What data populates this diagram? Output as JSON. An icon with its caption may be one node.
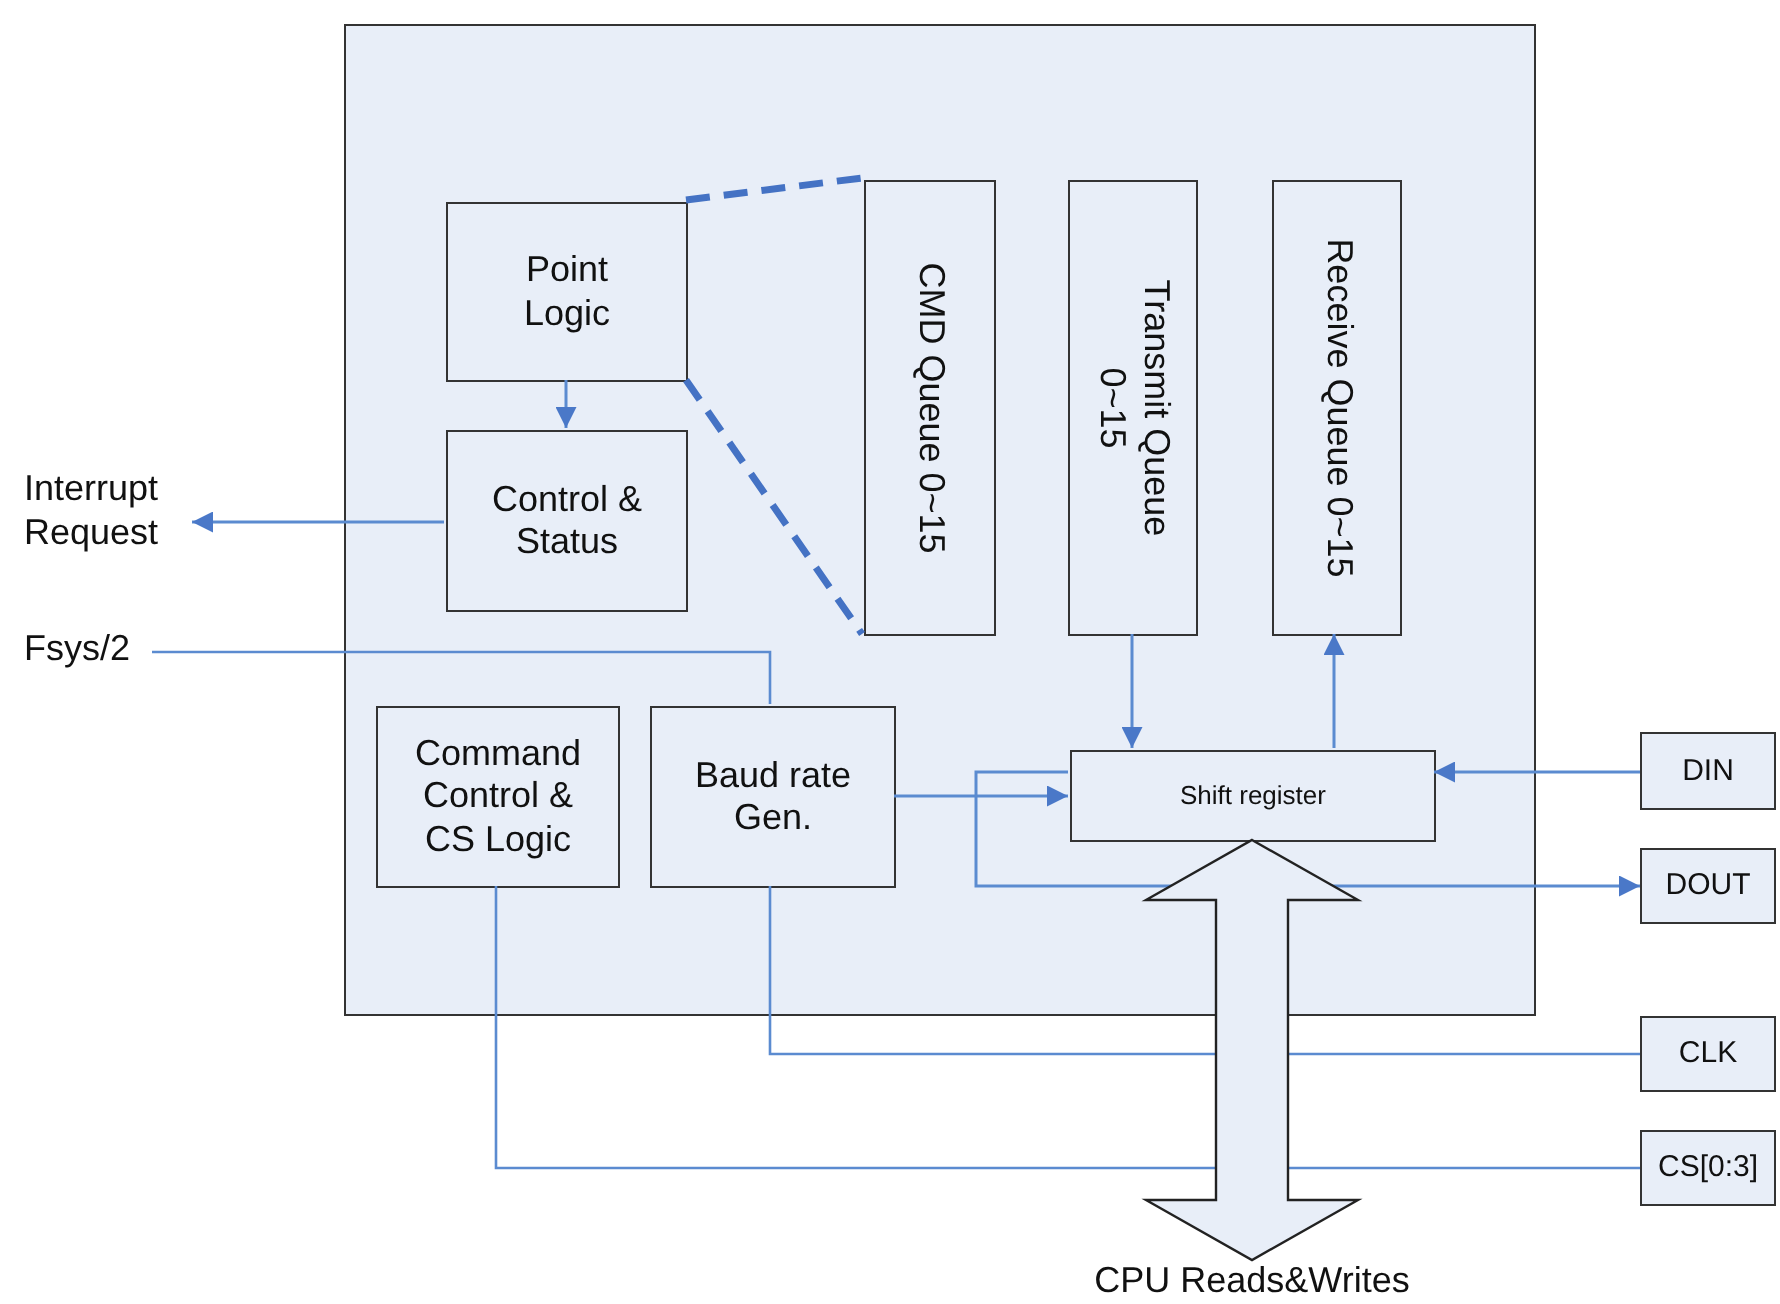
{
  "diagram": {
    "nodes": [
      {
        "text": [],
        "shape": "box"
      },
      {
        "text": [
          "Point Logic"
        ],
        "in": 0
      },
      {
        "text": [
          "Control & Status"
        ],
        "in": 0
      },
      {
        "text": [
          "CMD Queue 0~15"
        ],
        "in": 0
      },
      {
        "text": [
          "Transmit Queue 0~15"
        ],
        "in": 0
      },
      {
        "text": [
          "Receive Queue 0~15"
        ],
        "in": 0
      },
      {
        "text": [
          "Command Control & CS Logic"
        ],
        "in": 0
      },
      {
        "text": [
          "Baud rate Gen."
        ],
        "in": 0
      },
      {
        "text": [
          "Shift register"
        ],
        "in": 0
      },
      {
        "text": [
          "Interrupt Request"
        ]
      },
      {
        "text": [
          "Fsys/2"
        ]
      },
      {
        "text": [
          "DIN"
        ]
      },
      {
        "text": [
          "DOUT"
        ]
      },
      {
        "text": [
          "CLK"
        ]
      },
      {
        "text": [
          "CS[0:3]"
        ]
      },
      {
        "text": [
          "CPU Reads&Writes"
        ]
      }
    ],
    "edges": [
      {
        "from": 1,
        "to": 3,
        "arrow": "none",
        "style": "dashed"
      },
      {
        "from": 1,
        "to": 3,
        "arrow": "none",
        "style": "dashed"
      },
      {
        "from": 1,
        "to": 2,
        "arrow": "to"
      },
      {
        "from": 2,
        "to": 9,
        "arrow": "to"
      },
      {
        "from": 10,
        "to": 7,
        "arrow": "none"
      },
      {
        "from": 7,
        "to": 8,
        "arrow": "to"
      },
      {
        "from": 4,
        "to": 8,
        "arrow": "to"
      },
      {
        "from": 8,
        "to": 5,
        "arrow": "to"
      },
      {
        "from": 11,
        "to": 8,
        "arrow": "to"
      },
      {
        "from": 8,
        "to": 12,
        "arrow": "to"
      },
      {
        "from": 7,
        "to": 13,
        "arrow": "none"
      },
      {
        "from": 6,
        "to": 14,
        "arrow": "none"
      },
      {
        "from": 8,
        "to": 15,
        "arrow": "both",
        "style": "thick"
      }
    ]
  }
}
